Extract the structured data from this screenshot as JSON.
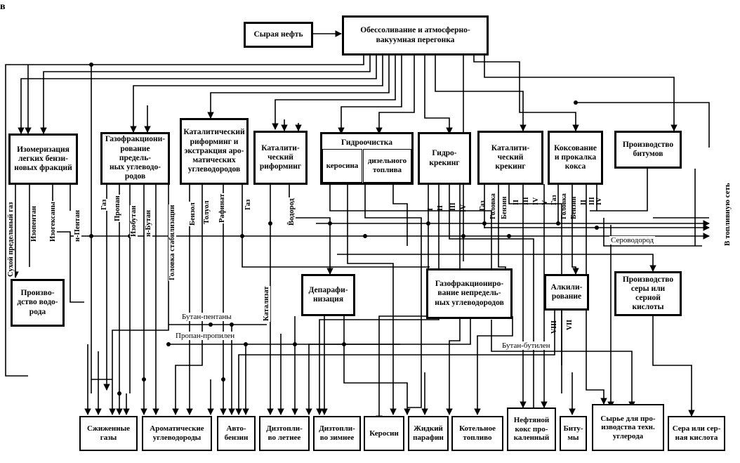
{
  "corner_mark": "в",
  "boxes": {
    "crude": "Сырая нефть",
    "desalting": "Обессоливание и атмосферно-\nвакуумная перегонка",
    "isomerization": "Изомеризация\nлегких бензи-\nновых фракций",
    "gas_fractionation_limit": "Газофракциони-\nрование предель-\nных углеводо-\nродов",
    "catalytic_reforming_extraction": "Каталитический\nриформинг и\nэкстракция аро-\nматических\nуглеводородов",
    "catalytic_reforming": "Каталити-\nческий\nриформинг",
    "hydrotreating": "Гидроочистка",
    "hydrotreating_kerosene": "керосина",
    "hydrotreating_diesel": "дизельного\nтоплива",
    "hydrocracking": "Гидро-\nкрекинг",
    "catalytic_cracking": "Каталити-\nческий\nкрекинг",
    "coking": "Коксование\nи прокалка\nкокса",
    "bitumen_production": "Производство\nбитумов",
    "hydrogen_production": "Произво-\nдство водо-\nрода",
    "dewaxing": "Депарафи-\nнизация",
    "gas_fractionation_unsat": "Газофракциониро-\nвание непредель-\nных углеводородов",
    "alkylation": "Алкили-\nрование",
    "sulfur_production": "Производство\nсеры или серной\nкислоты"
  },
  "outputs": [
    "Сжиженные\nгазы",
    "Ароматические\nуглеводороды",
    "Авто-\nбензин",
    "Дизтопли-\nво летнее",
    "Дизтопли-\nво зимнее",
    "Керосин",
    "Жидкий\nпарафин",
    "Котельное\nтопливо",
    "Нефтяной\nкокс про-\nкаленный",
    "Биту-\nмы",
    "Сырье для про-\nизводства техн.\nуглерода",
    "Сера или сер-\nная кислота"
  ],
  "streams": {
    "dry_gas": "Сухой предельный газ",
    "isopentane": "Изопентан",
    "isohexanes": "Изогексаны",
    "n_pentane": "н-Пентан",
    "gas": "Газ",
    "propane": "Пропан",
    "isobutane": "Изобутан",
    "n_butane": "н-Бутан",
    "stab_head": "Головка стабилизации",
    "benzene": "Бензол",
    "toluene": "Толуол",
    "raffinate": "Рафинат",
    "gas2": "Газ",
    "hydrogen": "Водород",
    "catalyst": "Катализат",
    "butane_pentanes": "Бутан-пентаны",
    "propane_propylene": "Пропан-пропилен",
    "butane_butylene": "Бутан-бутилен",
    "hydrogen_sulfide": "Сероводород",
    "to_fuel_network": "В топливную сеть"
  },
  "roman": {
    "hc": [
      "I",
      "II",
      "III",
      "IV"
    ],
    "cc": [
      "Газ",
      "Головка",
      "Бензин",
      "II",
      "III",
      "IV",
      "V"
    ],
    "ck": [
      "Газ",
      "Головка",
      "Бензин",
      "II",
      "III",
      "IV"
    ],
    "alk": [
      "VIII",
      "VII"
    ]
  }
}
